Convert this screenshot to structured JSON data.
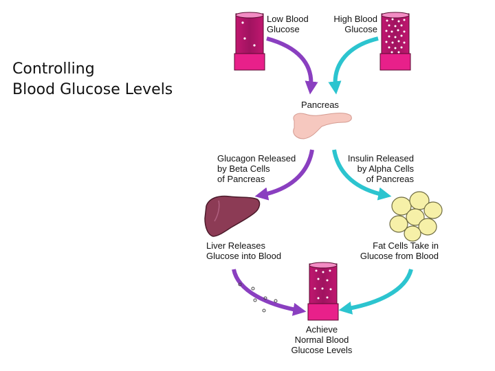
{
  "title": {
    "line1": "Controlling",
    "line2": "Blood Glucose Levels"
  },
  "labels": {
    "low_blood_glucose": [
      "Low Blood",
      "Glucose"
    ],
    "high_blood_glucose": [
      "High Blood",
      "Glucose"
    ],
    "pancreas": "Pancreas",
    "glucagon_released": [
      "Glucagon Released",
      "by Beta Cells",
      "of Pancreas"
    ],
    "insulin_released": [
      "Insulin Released",
      "by Alpha Cells",
      "of Pancreas"
    ],
    "liver_releases": [
      "Liver Releases",
      "Glucose into Blood"
    ],
    "fat_cells": [
      "Fat Cells Take in",
      "Glucose from Blood"
    ],
    "normal_blood_glucose": [
      "Achieve",
      "Normal Blood",
      "Glucose Levels"
    ]
  },
  "colors": {
    "vessel": "#e8208a",
    "vessel_dark": "#7a1040",
    "arrow_purple": "#8a3fc0",
    "arrow_cyan": "#2cc4cf",
    "pancreas": "#f6c8bf",
    "liver": "#8c3b55",
    "fat_cell": "#f6f0a8"
  }
}
